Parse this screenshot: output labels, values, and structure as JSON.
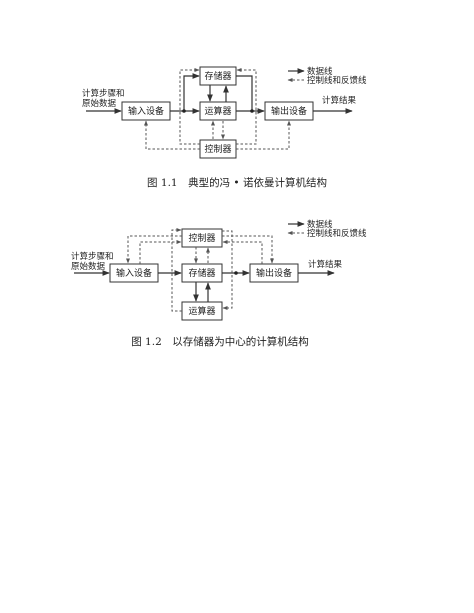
{
  "legend": {
    "data_line": "数据线",
    "control_line": "控制线和反馈线"
  },
  "figure1": {
    "input_label_line1": "计算步骤和",
    "input_label_line2": "原始数据",
    "output_label": "计算结果",
    "input_device": "输入设备",
    "memory": "存储器",
    "alu": "运算器",
    "output_device": "输出设备",
    "controller": "控制器",
    "caption": "图 1.1　典型的冯 • 诺依曼计算机结构"
  },
  "figure2": {
    "input_label_line1": "计算步骤和",
    "input_label_line2": "原始数据",
    "output_label": "计算结果",
    "input_device": "输入设备",
    "memory": "存储器",
    "alu": "运算器",
    "output_device": "输出设备",
    "controller": "控制器",
    "caption": "图 1.2　以存储器为中心的计算机结构"
  },
  "colors": {
    "line": "#333333",
    "background": "#ffffff"
  }
}
